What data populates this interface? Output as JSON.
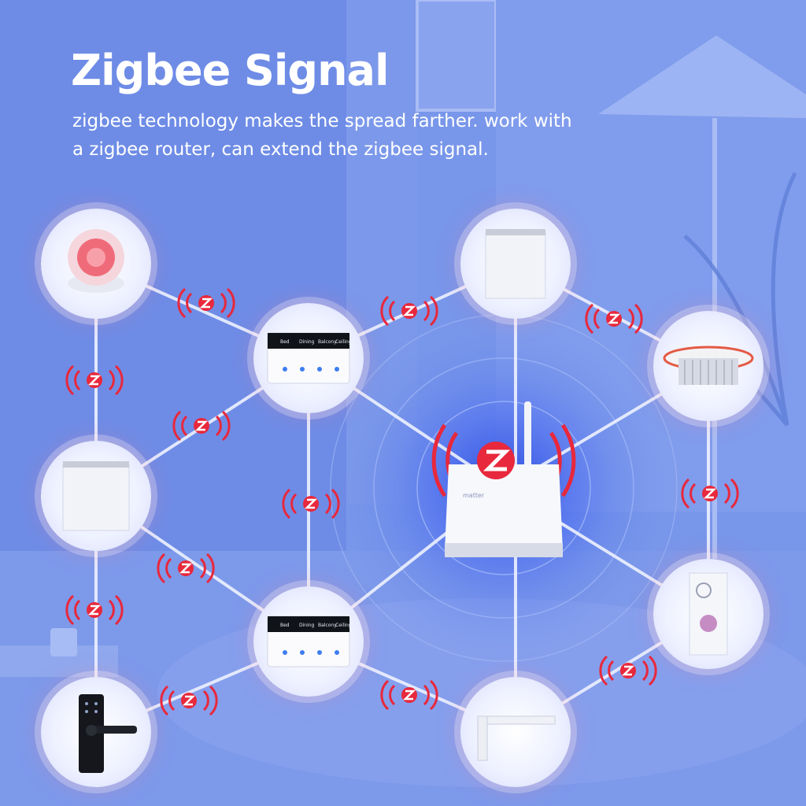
{
  "header": {
    "title": "Zigbee Signal",
    "subtitle_line1": "zigbee technology makes the spread farther. work with",
    "subtitle_line2": "a zigbee router, can extend the zigbee signal."
  },
  "hub": {
    "brand_label": "matter",
    "icon": "zigbee-logo-icon"
  },
  "switch_button_labels": [
    "Bed",
    "Dining",
    "Balcony",
    "Ceiling"
  ],
  "colors": {
    "accent_red": "#e8283c",
    "background_blue": "#6f8fe8"
  }
}
